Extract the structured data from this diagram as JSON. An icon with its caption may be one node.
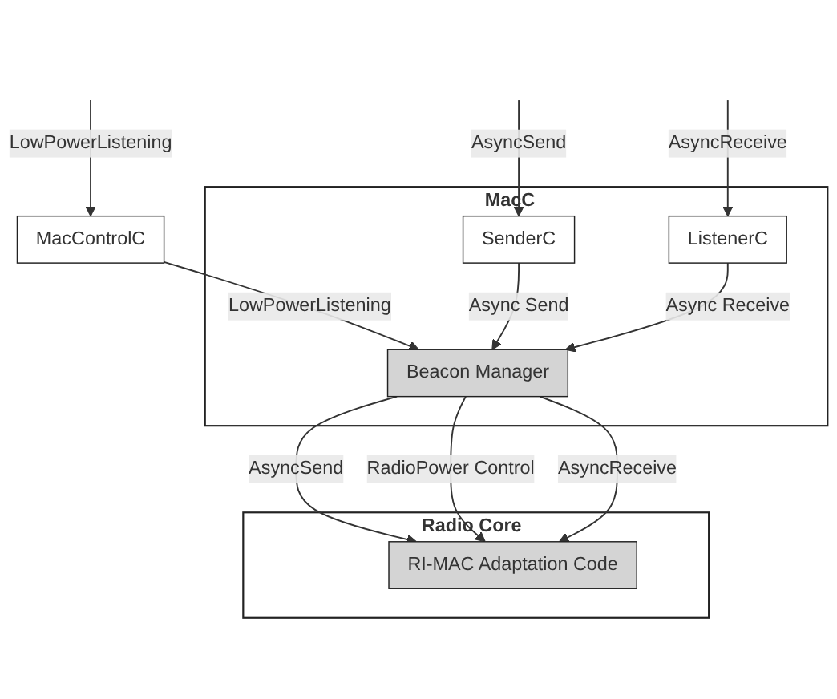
{
  "diagram": {
    "nodes": [
      {
        "text": [
          "MacControlC"
        ]
      },
      {
        "text": [
          "MacC"
        ]
      },
      {
        "text": [
          "SenderC"
        ],
        "in": 1
      },
      {
        "text": [
          "ListenerC"
        ],
        "in": 1
      },
      {
        "text": [
          "Beacon Manager"
        ],
        "in": 1
      },
      {
        "text": [
          "Radio Core"
        ]
      },
      {
        "text": [
          "RI-MAC Adaptation Code"
        ],
        "in": 5
      }
    ],
    "edges": [
      {
        "from": null,
        "to": 2,
        "arrow": "to",
        "label": "AsyncSend"
      },
      {
        "from": null,
        "to": 0,
        "arrow": "to",
        "label": "LowPowerListening"
      },
      {
        "from": null,
        "to": 3,
        "arrow": "to",
        "label": "AsyncReceive"
      },
      {
        "from": 0,
        "to": 4,
        "arrow": "to",
        "label": "LowPowerListening"
      },
      {
        "from": 2,
        "to": 4,
        "arrow": "to",
        "label": "Async Send"
      },
      {
        "from": 3,
        "to": 4,
        "arrow": "to",
        "label": "Async Receive"
      },
      {
        "from": 4,
        "to": 6,
        "arrow": "to",
        "label": "AsyncSend"
      },
      {
        "from": 4,
        "to": 6,
        "arrow": "to",
        "label": "RadioPower Control"
      },
      {
        "from": 4,
        "to": 6,
        "arrow": "to",
        "label": "AsyncReceive"
      }
    ]
  }
}
